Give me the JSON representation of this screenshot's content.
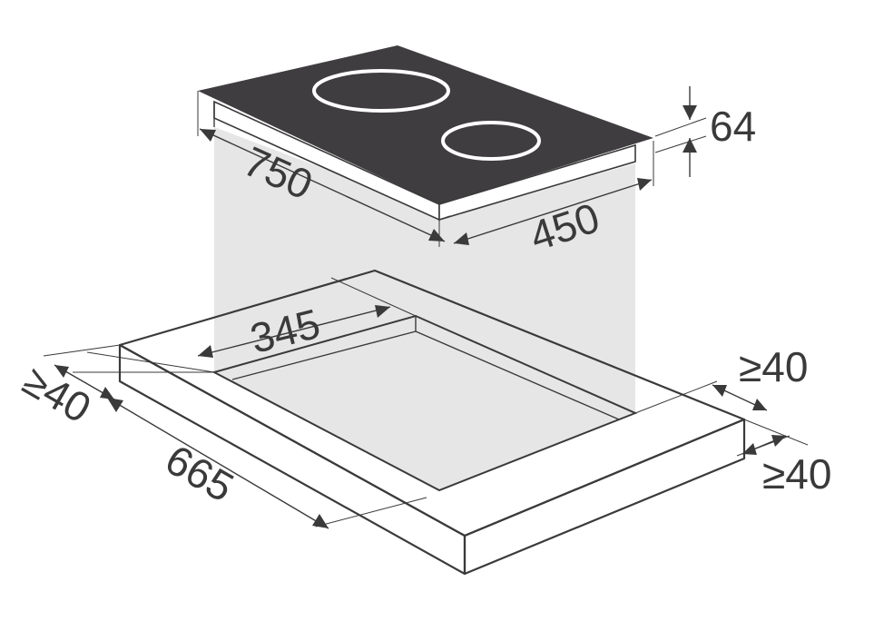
{
  "dimensions": {
    "width": "750",
    "depth": "450",
    "height": "64",
    "cutout_depth": "345",
    "cutout_width": "665",
    "margin_left": "≥40",
    "margin_right": "≥40",
    "margin_front": "≥40"
  },
  "colors": {
    "hob_top": "#3f3d3f",
    "hob_side": "#ffffff",
    "projection": "#e6e6e6",
    "burner_ring": "#ffffff",
    "line": "#3a3a3a"
  }
}
